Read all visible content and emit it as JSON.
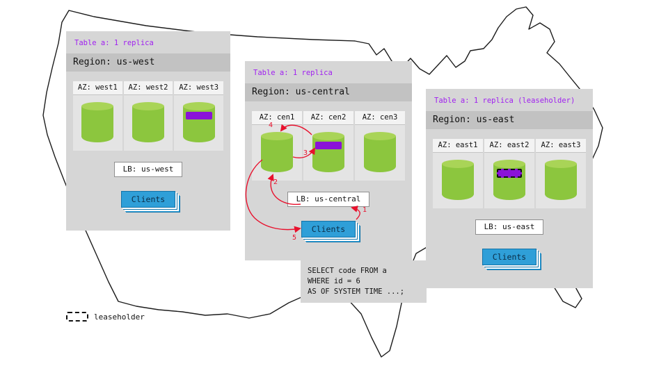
{
  "panels": [
    {
      "table_label": "Table a: 1 replica",
      "region_label": "Region: us-west",
      "azs": [
        {
          "label": "AZ: west1",
          "replica": false,
          "leaseholder": false
        },
        {
          "label": "AZ: west2",
          "replica": false,
          "leaseholder": false
        },
        {
          "label": "AZ: west3",
          "replica": true,
          "leaseholder": false
        }
      ],
      "lb_label": "LB: us-west",
      "clients_label": "Clients"
    },
    {
      "table_label": "Table a: 1 replica",
      "region_label": "Region: us-central",
      "azs": [
        {
          "label": "AZ: cen1",
          "replica": false,
          "leaseholder": false
        },
        {
          "label": "AZ: cen2",
          "replica": true,
          "leaseholder": false
        },
        {
          "label": "AZ: cen3",
          "replica": false,
          "leaseholder": false
        }
      ],
      "lb_label": "LB: us-central",
      "clients_label": "Clients"
    },
    {
      "table_label": "Table a: 1 replica (leaseholder)",
      "region_label": "Region: us-east",
      "azs": [
        {
          "label": "AZ: east1",
          "replica": false,
          "leaseholder": false
        },
        {
          "label": "AZ: east2",
          "replica": true,
          "leaseholder": true
        },
        {
          "label": "AZ: east3",
          "replica": false,
          "leaseholder": false
        }
      ],
      "lb_label": "LB: us-east",
      "clients_label": "Clients"
    }
  ],
  "steps": [
    "1",
    "2",
    "3",
    "4",
    "5"
  ],
  "sql": {
    "lines": [
      "SELECT code FROM a",
      "WHERE id = 6",
      "AS OF SYSTEM TIME ...;"
    ]
  },
  "legend": {
    "label": "leaseholder"
  },
  "colors": {
    "accent_purple": "#a020f0",
    "replica_green": "#8cc63e",
    "stripe_purple": "#8a12d8",
    "clients_blue": "#2f9fd8",
    "arrow_red": "#e8112d",
    "panel_gray": "#d6d6d6"
  }
}
